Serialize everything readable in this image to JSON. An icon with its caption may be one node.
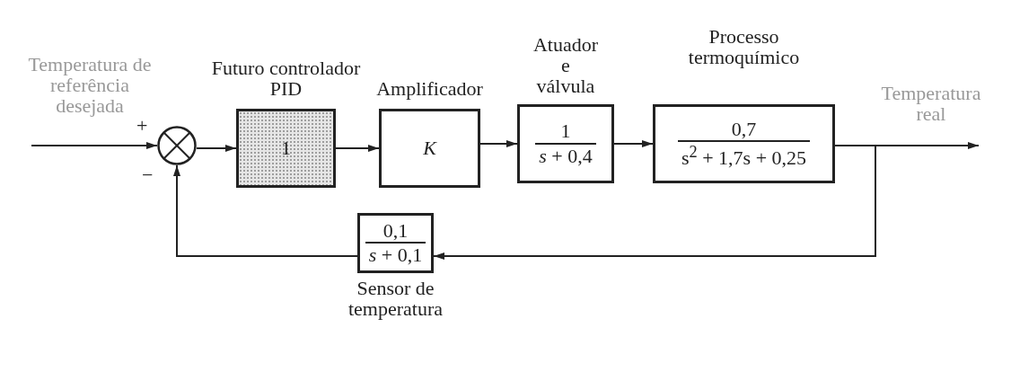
{
  "diagram": {
    "nodes": [
      {
        "text": [],
        "shape": "circle"
      },
      {
        "text": [
          "Futuro controlador PID",
          "1"
        ]
      },
      {
        "text": [
          "Amplificador",
          "K"
        ]
      },
      {
        "text": [
          "Atuador e válvula",
          "1",
          "*s* + 0,4"
        ]
      },
      {
        "text": [
          "Processo termoquímico",
          "0,7",
          "s$^{2}$ + 1,7s + 0,25"
        ]
      },
      {
        "text": [
          "0,1",
          "*s* + 0,1",
          "Sensor de temperatura"
        ]
      }
    ],
    "edges": [
      {
        "from": null,
        "to": 0,
        "arrow": "to",
        "label": "Temperatura de referência desejada"
      },
      {
        "from": 0,
        "to": 1,
        "arrow": "to"
      },
      {
        "from": 1,
        "to": 2,
        "arrow": "to"
      },
      {
        "from": 2,
        "to": 3,
        "arrow": "to"
      },
      {
        "from": 3,
        "to": 4,
        "arrow": "to"
      },
      {
        "from": 4,
        "to": null,
        "arrow": "to",
        "label": "Temperatura real"
      },
      {
        "from": 4,
        "to": 5,
        "arrow": "to"
      },
      {
        "from": 5,
        "to": 0,
        "arrow": "to"
      }
    ],
    "labels": [
      "+",
      "−"
    ]
  }
}
